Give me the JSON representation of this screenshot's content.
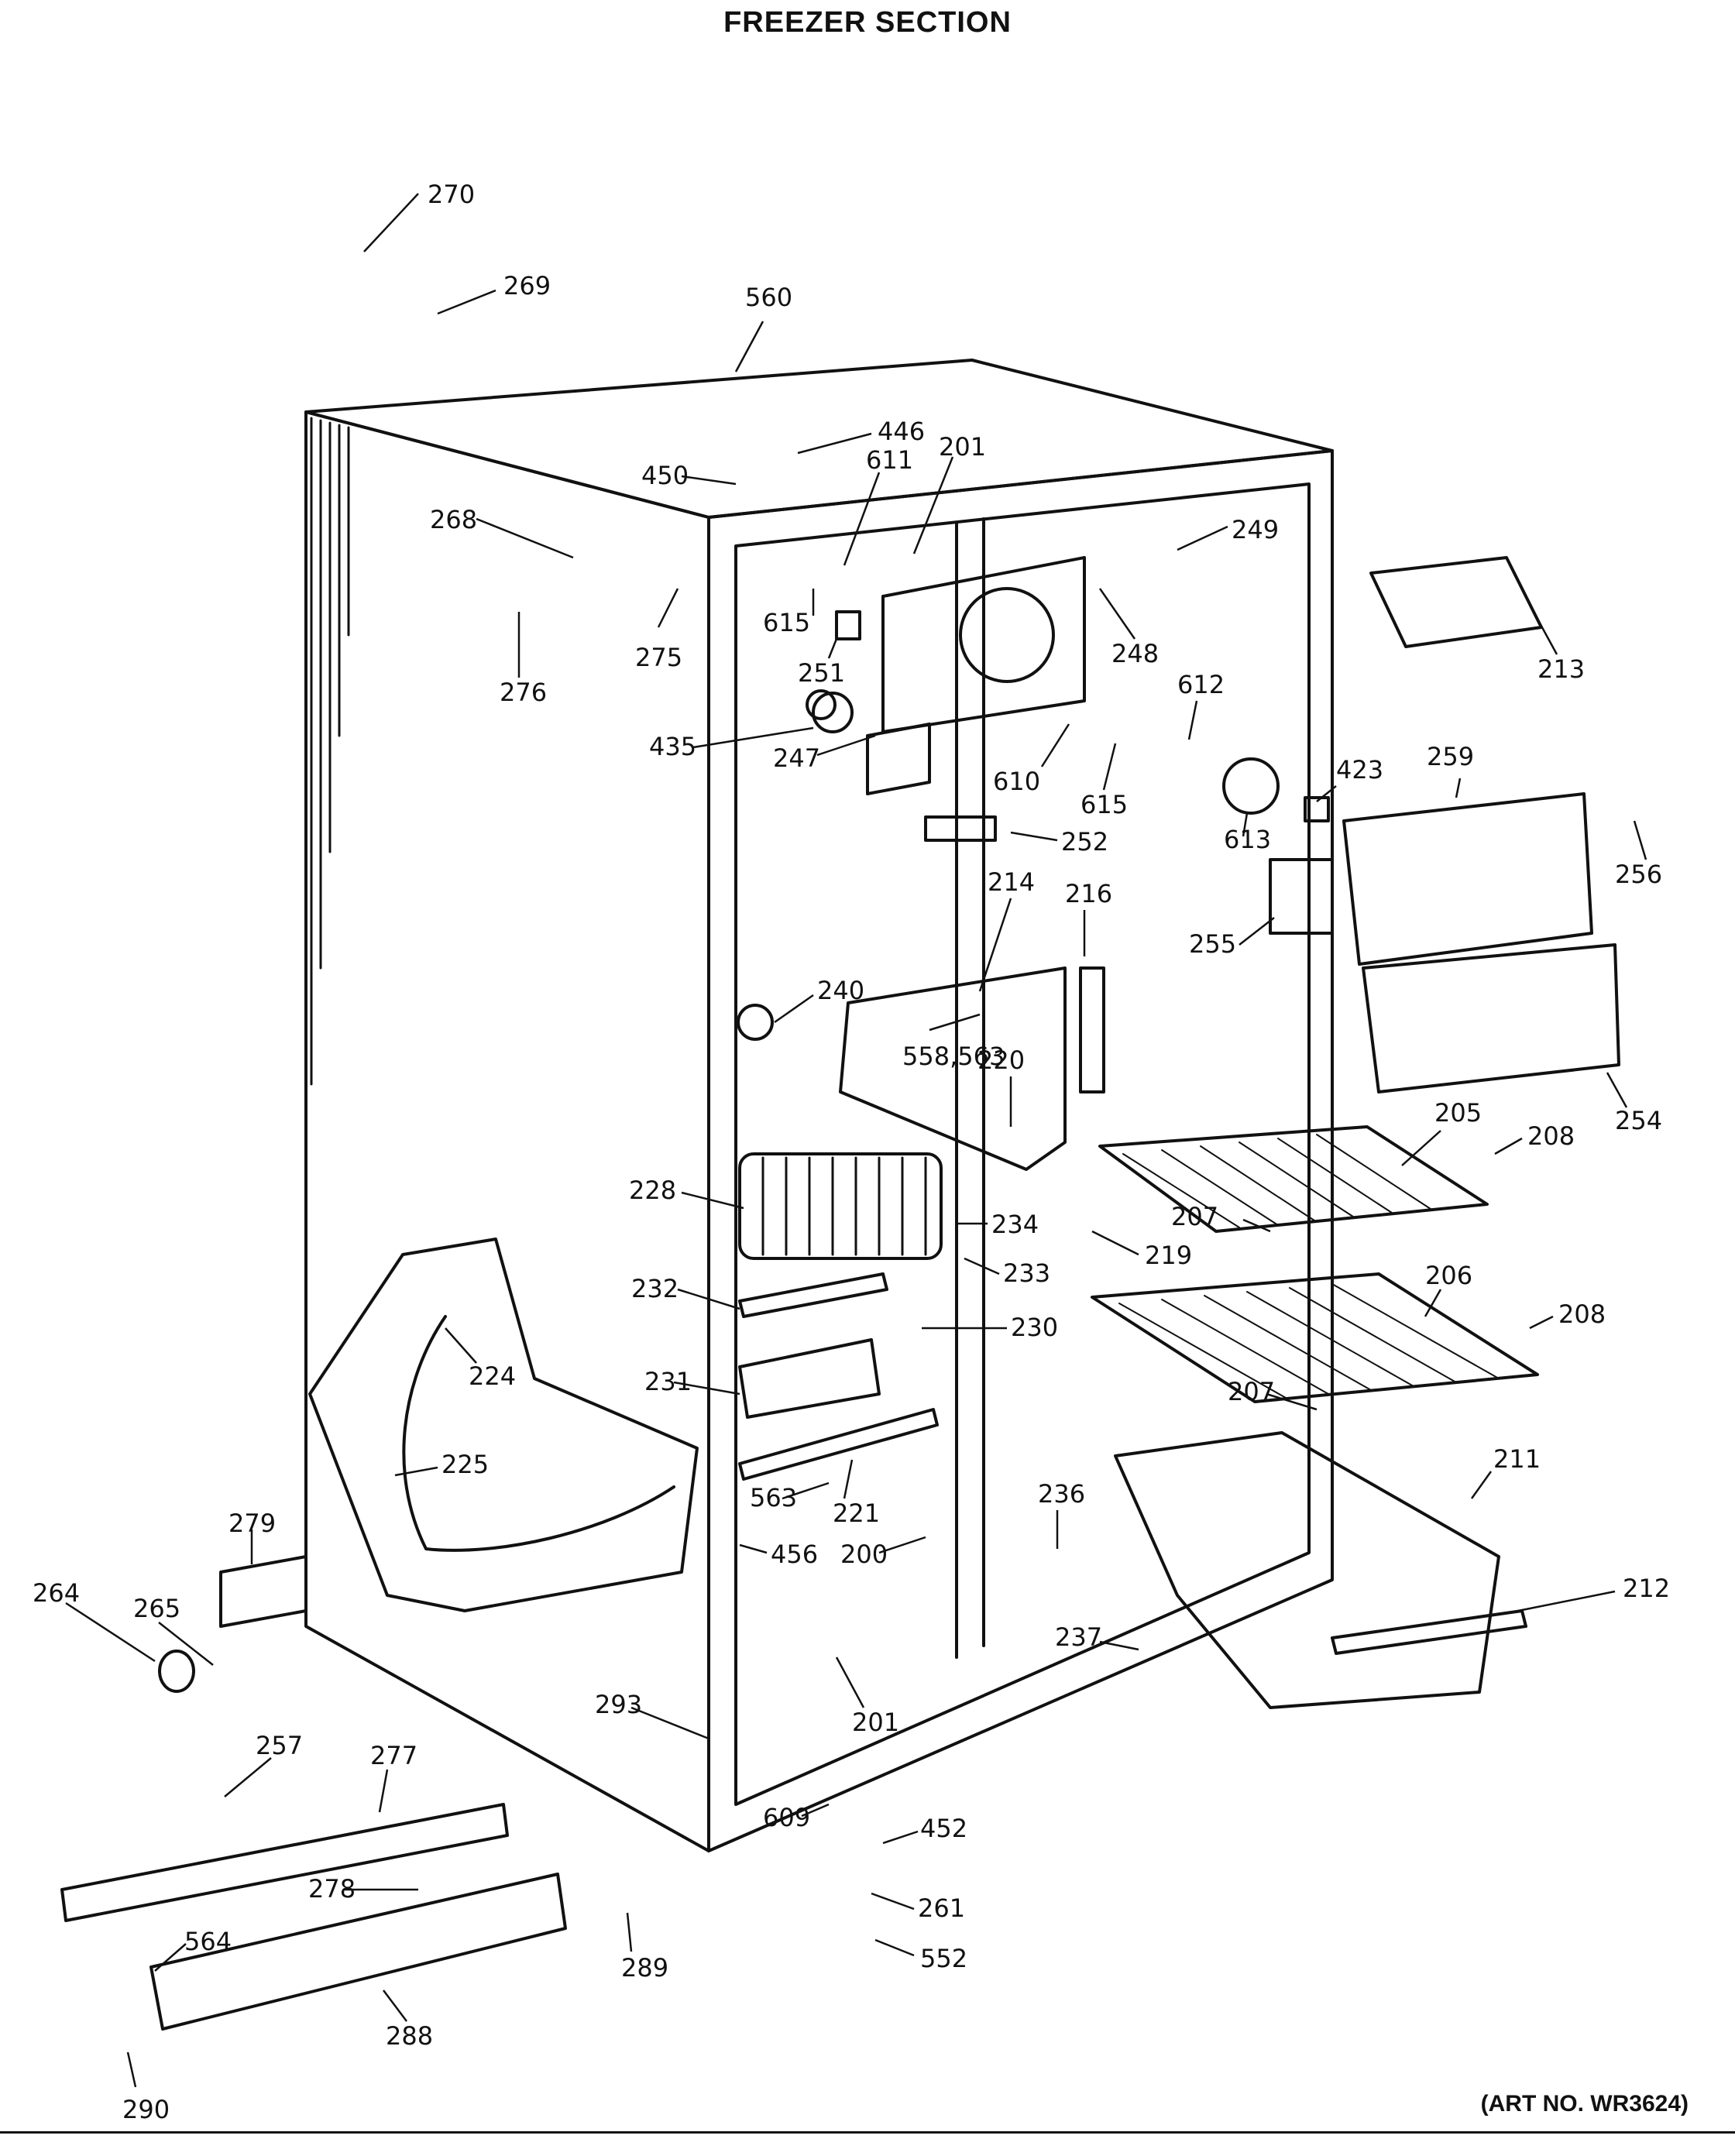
{
  "title": "FREEZER SECTION",
  "art_no": "(ART NO. WR3624)",
  "parts": [
    {
      "label": "270"
    },
    {
      "label": "269"
    },
    {
      "label": "560"
    },
    {
      "label": "446"
    },
    {
      "label": "450"
    },
    {
      "label": "201"
    },
    {
      "label": "611"
    },
    {
      "label": "268"
    },
    {
      "label": "249"
    },
    {
      "label": "615"
    },
    {
      "label": "251"
    },
    {
      "label": "248"
    },
    {
      "label": "276"
    },
    {
      "label": "275"
    },
    {
      "label": "213"
    },
    {
      "label": "612"
    },
    {
      "label": "435"
    },
    {
      "label": "247"
    },
    {
      "label": "610"
    },
    {
      "label": "615"
    },
    {
      "label": "423"
    },
    {
      "label": "259"
    },
    {
      "label": "256"
    },
    {
      "label": "613"
    },
    {
      "label": "252"
    },
    {
      "label": "214"
    },
    {
      "label": "216"
    },
    {
      "label": "255"
    },
    {
      "label": "240"
    },
    {
      "label": "558,563"
    },
    {
      "label": "220"
    },
    {
      "label": "254"
    },
    {
      "label": "205"
    },
    {
      "label": "208"
    },
    {
      "label": "228"
    },
    {
      "label": "234"
    },
    {
      "label": "207"
    },
    {
      "label": "219"
    },
    {
      "label": "233"
    },
    {
      "label": "206"
    },
    {
      "label": "232"
    },
    {
      "label": "230"
    },
    {
      "label": "208"
    },
    {
      "label": "224"
    },
    {
      "label": "231"
    },
    {
      "label": "207"
    },
    {
      "label": "225"
    },
    {
      "label": "211"
    },
    {
      "label": "563"
    },
    {
      "label": "221"
    },
    {
      "label": "236"
    },
    {
      "label": "279"
    },
    {
      "label": "456"
    },
    {
      "label": "200"
    },
    {
      "label": "212"
    },
    {
      "label": "264"
    },
    {
      "label": "265"
    },
    {
      "label": "237"
    },
    {
      "label": "293"
    },
    {
      "label": "201"
    },
    {
      "label": "257"
    },
    {
      "label": "277"
    },
    {
      "label": "609"
    },
    {
      "label": "452"
    },
    {
      "label": "278"
    },
    {
      "label": "261"
    },
    {
      "label": "564"
    },
    {
      "label": "289"
    },
    {
      "label": "552"
    },
    {
      "label": "288"
    },
    {
      "label": "290"
    }
  ]
}
